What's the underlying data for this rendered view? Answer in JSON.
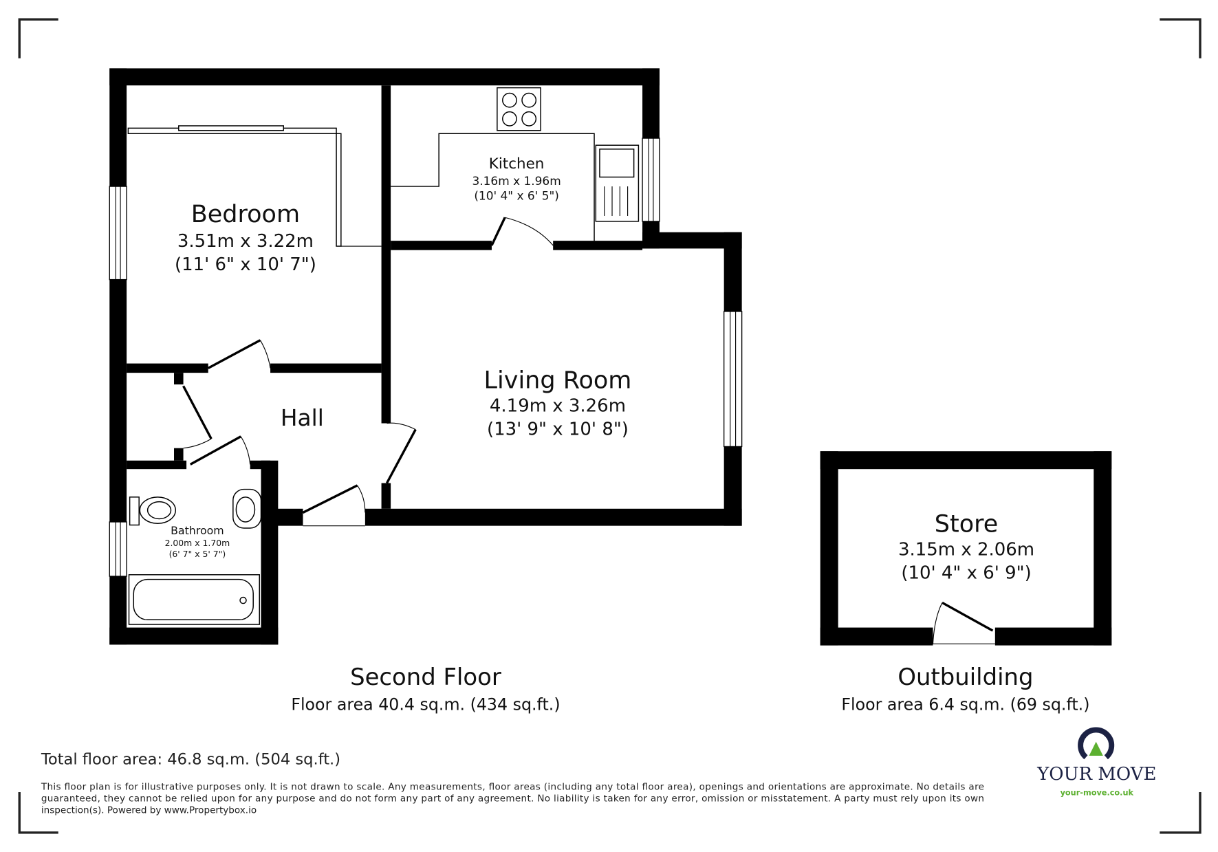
{
  "rooms": {
    "bedroom": {
      "name": "Bedroom",
      "metric": "3.51m x 3.22m",
      "imperial": "(11' 6\" x 10' 7\")"
    },
    "kitchen": {
      "name": "Kitchen",
      "metric": "3.16m x 1.96m",
      "imperial": "(10' 4\" x 6' 5\")"
    },
    "living": {
      "name": "Living Room",
      "metric": "4.19m x 3.26m",
      "imperial": "(13' 9\" x 10' 8\")"
    },
    "hall": {
      "name": "Hall"
    },
    "bathroom": {
      "name": "Bathroom",
      "metric": "2.00m x 1.70m",
      "imperial": "(6' 7\" x 5' 7\")"
    },
    "store": {
      "name": "Store",
      "metric": "3.15m x 2.06m",
      "imperial": "(10' 4\" x 6' 9\")"
    }
  },
  "floors": [
    {
      "title": "Second Floor",
      "area": "Floor area 40.4 sq.m. (434 sq.ft.)"
    },
    {
      "title": "Outbuilding",
      "area": "Floor area 6.4 sq.m. (69 sq.ft.)"
    }
  ],
  "total_area": "Total floor area: 46.8 sq.m. (504 sq.ft.)",
  "disclaimer": [
    "This floor plan is for illustrative purposes only. It is not drawn to scale. Any measurements, floor areas (including any total floor area), openings and orientations are approximate. No details are",
    "guaranteed, they cannot be relied upon for any purpose and do not form any part of any agreement. No liability is taken for any error, omission or misstatement. A party must rely upon its own",
    "inspection(s). Powered by www.Propertybox.io"
  ],
  "logo": {
    "name": "YOUR MOVE",
    "url": "your-move.co.uk",
    "navy": "#1c2244",
    "green": "#5cb030"
  }
}
